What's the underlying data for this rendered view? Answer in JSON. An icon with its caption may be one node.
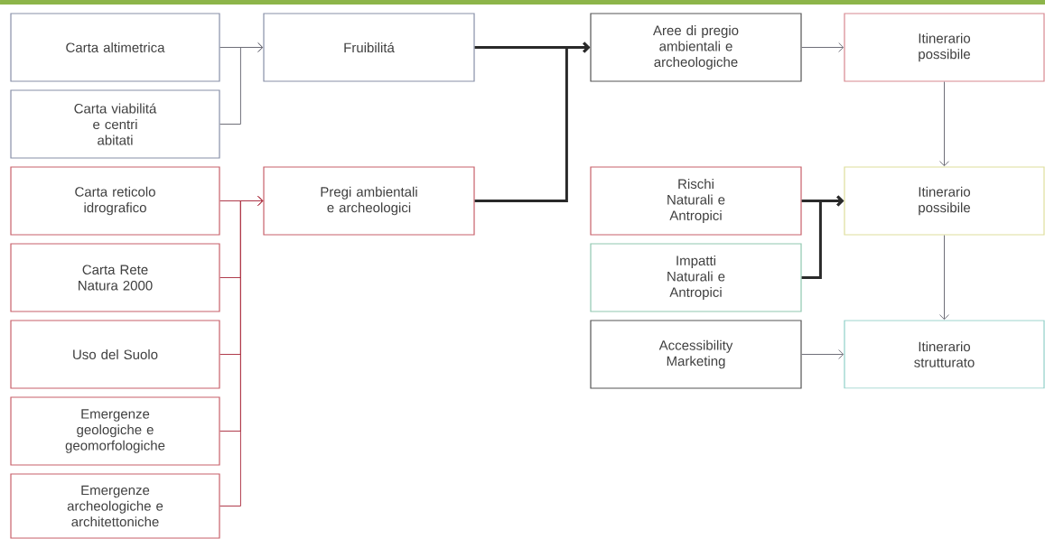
{
  "diagram": {
    "nodes": [
      {
        "text": [
          "Carta altimetrica"
        ]
      },
      {
        "text": [
          "Carta viabilitá e centri abitati"
        ]
      },
      {
        "text": [
          "Carta reticolo idrografico"
        ]
      },
      {
        "text": [
          "Carta Rete Natura 2000"
        ]
      },
      {
        "text": [
          "Uso del Suolo"
        ]
      },
      {
        "text": [
          "Emergenze geologiche e geomorfologiche"
        ]
      },
      {
        "text": [
          "Emergenze archeologiche e architettoniche"
        ]
      },
      {
        "text": [
          "Fruibilitá"
        ]
      },
      {
        "text": [
          "Pregi ambientali e archeologici"
        ]
      },
      {
        "text": [
          "Aree di pregio ambientali e archeologiche"
        ]
      },
      {
        "text": [
          "Itinerario possibile"
        ]
      },
      {
        "text": [
          "Rischi Naturali e Antropici"
        ]
      },
      {
        "text": [
          "Impatti Naturali e Antropici"
        ]
      },
      {
        "text": [
          "Accessibility Marketing"
        ]
      },
      {
        "text": [
          "Itinerario possibile"
        ]
      },
      {
        "text": [
          "Itinerario strutturato"
        ]
      }
    ],
    "edges": [
      {
        "from": 0,
        "to": 7,
        "arrow": "to"
      },
      {
        "from": 1,
        "to": 7,
        "arrow": "to"
      },
      {
        "from": 2,
        "to": 8,
        "arrow": "to",
        "color": "#b03a4a"
      },
      {
        "from": 3,
        "to": 8,
        "arrow": "to",
        "color": "#b03a4a"
      },
      {
        "from": 4,
        "to": 8,
        "arrow": "to",
        "color": "#b03a4a"
      },
      {
        "from": 5,
        "to": 8,
        "arrow": "to",
        "color": "#b03a4a"
      },
      {
        "from": 6,
        "to": 8,
        "arrow": "to",
        "color": "#b03a4a"
      },
      {
        "from": 7,
        "to": 9,
        "arrow": "to",
        "style": "thick",
        "color": "#2a2a2a"
      },
      {
        "from": 8,
        "to": 9,
        "arrow": "to",
        "style": "thick",
        "color": "#2a2a2a"
      },
      {
        "from": 9,
        "to": 10,
        "arrow": "to"
      },
      {
        "from": 10,
        "to": 14,
        "arrow": "to"
      },
      {
        "from": 11,
        "to": 14,
        "arrow": "to",
        "style": "thick",
        "color": "#2a2a2a"
      },
      {
        "from": 12,
        "to": 14,
        "arrow": "to",
        "style": "thick",
        "color": "#2a2a2a"
      },
      {
        "from": 14,
        "to": 15,
        "arrow": "to"
      },
      {
        "from": 13,
        "to": 15,
        "arrow": "to"
      }
    ]
  }
}
